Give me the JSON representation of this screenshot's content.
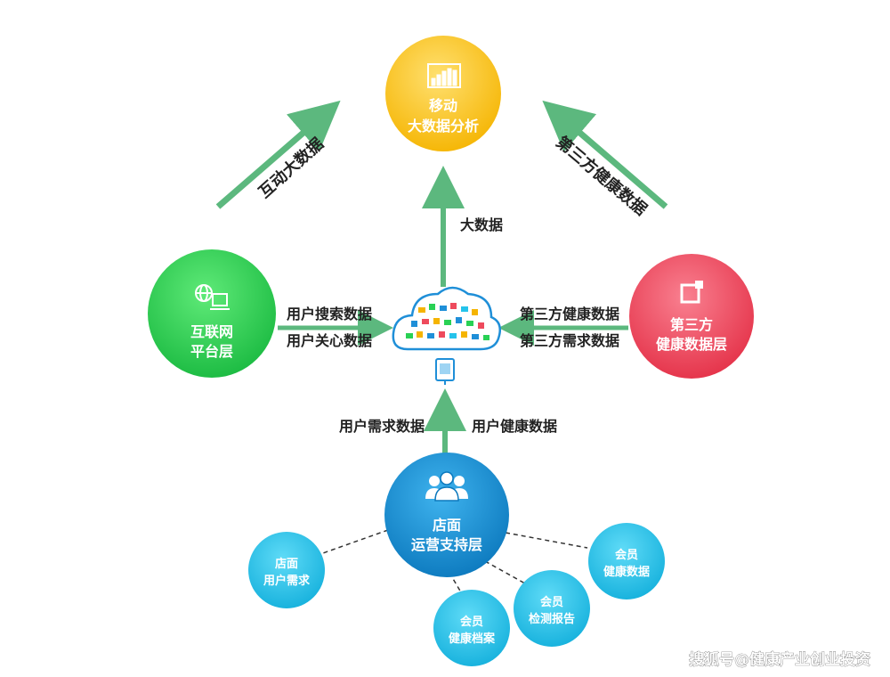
{
  "nodes": {
    "mobile_analysis": {
      "line1": "移动",
      "line2": "大数据分析",
      "color": "#F7C21A"
    },
    "internet_platform": {
      "line1": "互联网",
      "line2": "平台层",
      "color": "#29D154"
    },
    "third_party": {
      "line1": "第三方",
      "line2": "健康数据层",
      "color": "#EE4A5C"
    },
    "store_ops": {
      "line1": "店面",
      "line2": "运营支持层",
      "color": "#1494D4"
    },
    "store_demand": {
      "line1": "店面",
      "line2": "用户需求",
      "color": "#24C3EB"
    },
    "member_records": {
      "line1": "会员",
      "line2": "健康档案",
      "color": "#24C3EB"
    },
    "member_report": {
      "line1": "会员",
      "line2": "检测报告",
      "color": "#24C3EB"
    },
    "member_health": {
      "line1": "会员",
      "line2": "健康数据",
      "color": "#24C3EB"
    }
  },
  "edges": {
    "interactive_big_data": "互动大数据",
    "big_data": "大数据",
    "third_party_health_data_diag": "第三方健康数据",
    "user_search_data": "用户搜索数据",
    "user_care_data": "用户关心数据",
    "third_party_health_data": "第三方健康数据",
    "third_party_demand_data": "第三方需求数据",
    "user_demand_data": "用户需求数据",
    "user_health_data": "用户健康数据"
  },
  "watermark": "搜狐号@健康产业创业投资",
  "colors": {
    "arrow": "#5CB87E",
    "dashed": "#333333",
    "cloud": "#1F8FD8"
  }
}
